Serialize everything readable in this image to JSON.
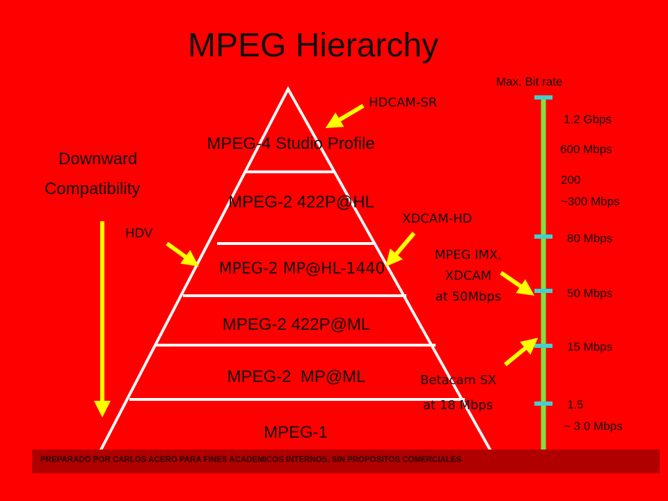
{
  "title": "MPEG Hierarchy",
  "pyramid_levels": [
    "MPEG-4 Studio Profile",
    "MPEG-2 422P@HL",
    "MPEG-2 MP@HL-1440",
    "MPEG-2 422P@ML",
    "MPEG-2  MP@ML",
    "MPEG-1"
  ],
  "compatibility": {
    "line1": "Downward",
    "line2": "Compatibility"
  },
  "annotations": {
    "hdcam_sr": "HDCAM-SR",
    "xdcam_hd": "XDCAM-HD",
    "hdv": "HDV",
    "mpeg_imx": [
      "MPEG IMX,",
      "XDCAM",
      "at 50Mbps"
    ],
    "betacam_sx": [
      "Betacam SX",
      "at 18 Mbps"
    ]
  },
  "bitrate_scale": {
    "header": "Max. Bit rate",
    "labels": [
      "1.2 Gbps",
      "600 Mbps",
      "200",
      "~300 Mbps",
      "80 Mbps",
      "50 Mbps",
      "15 Mbps",
      "1.5",
      "~ 3.0 Mbps"
    ]
  },
  "footer": "PREPARADO POR CARLOS ACERO PARA FINES ACADEMICOS INTERNOS, SIN PROPOSITOS COMERCIALES",
  "colors": {
    "background": "#ff0000",
    "pyramid_outline": "#ffffff",
    "arrow_yellow": "#ffff00",
    "scale_bar_green": "#80e040",
    "tick_cyan": "#40d0d0",
    "footer_bar": "#b00000"
  }
}
